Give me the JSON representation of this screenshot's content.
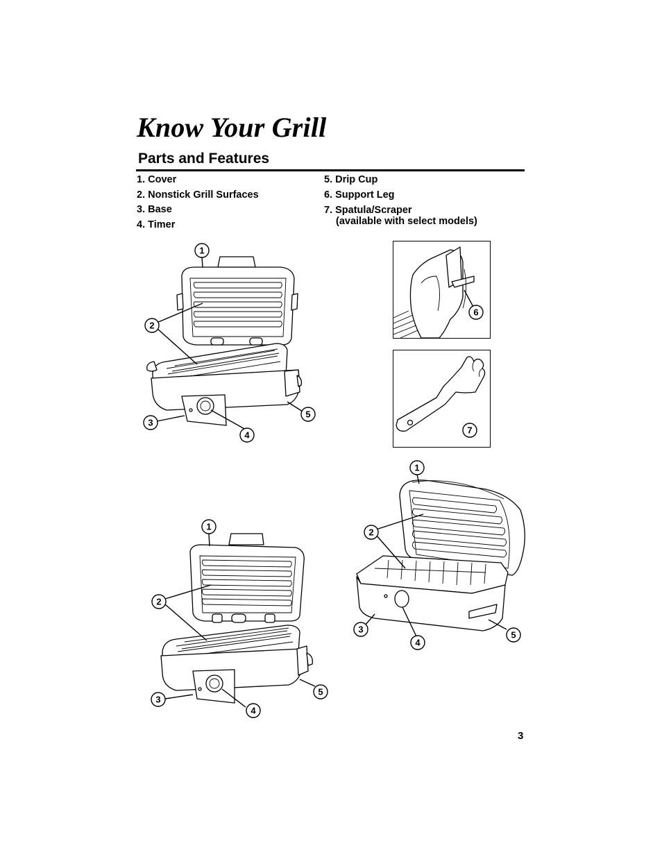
{
  "page": {
    "title": "Know Your Grill",
    "section_title": "Parts and Features",
    "page_number": "3"
  },
  "parts_left": [
    {
      "label": "1. Cover"
    },
    {
      "label": "2. Nonstick Grill Surfaces"
    },
    {
      "label": "3. Base"
    },
    {
      "label": "4. Timer"
    }
  ],
  "parts_right": [
    {
      "label": "5. Drip Cup"
    },
    {
      "label": "6. Support Leg"
    },
    {
      "label": "7. Spatula/Scraper",
      "note": "(available with select models)"
    }
  ],
  "callouts": {
    "c1": "1",
    "c2": "2",
    "c3": "3",
    "c4": "4",
    "c5": "5",
    "c6": "6",
    "c7": "7"
  }
}
